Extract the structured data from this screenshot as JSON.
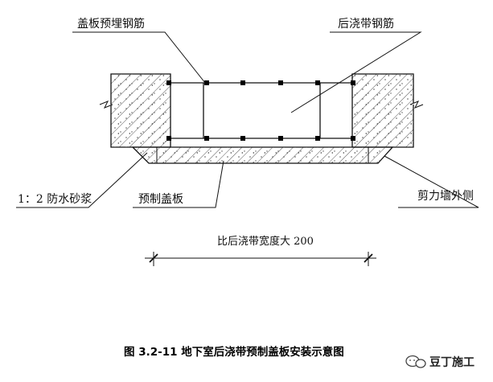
{
  "labels": {
    "cover_rebar": "盖板预埋钢筋",
    "post_pour_rebar": "后浇带钢筋",
    "mortar": "1：2 防水砂浆",
    "precast_plate": "预制盖板",
    "shear_wall": "剪力墙外侧"
  },
  "dimension": {
    "text": "比后浇带宽度大 200"
  },
  "caption": {
    "text": "图 3.2-11  地下室后浇带预制盖板安装示意图"
  },
  "watermark": {
    "text": "豆丁施工",
    "icon": "chat-bubble-icon"
  }
}
